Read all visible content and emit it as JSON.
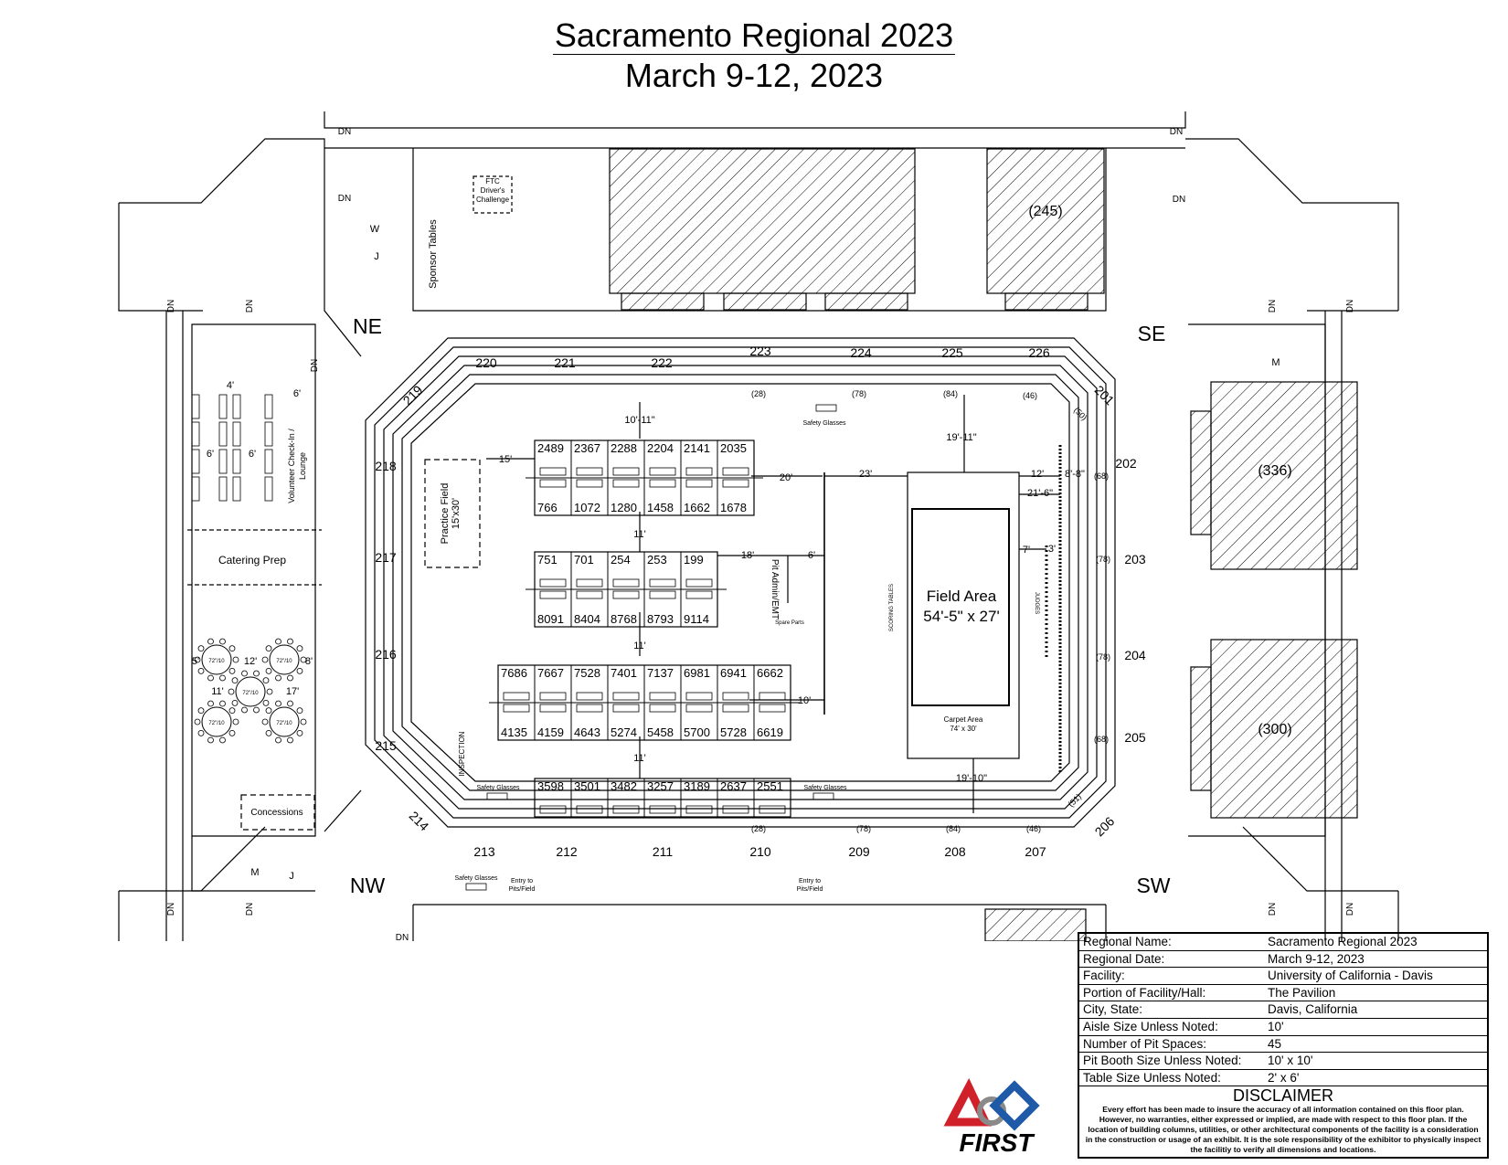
{
  "header": {
    "title": "Sacramento Regional 2023",
    "date": "March 9-12, 2023"
  },
  "colors": {
    "line": "#000000",
    "logo_red": "#d0202a",
    "logo_blue": "#1f5aa8",
    "logo_gray": "#8a8a8a"
  },
  "pit_rows": [
    {
      "top": [
        "2489",
        "2367",
        "2288",
        "2204",
        "2141",
        "2035"
      ],
      "bottom": [
        "766",
        "1072",
        "1280",
        "1458",
        "1662",
        "1678"
      ]
    },
    {
      "top": [
        "751",
        "701",
        "254",
        "253",
        "199"
      ],
      "bottom": [
        "8091",
        "8404",
        "8768",
        "8793",
        "9114"
      ]
    },
    {
      "top": [
        "7686",
        "7667",
        "7528",
        "7401",
        "7137",
        "6981",
        "6941",
        "6662"
      ],
      "bottom": [
        "4135",
        "4159",
        "4643",
        "5274",
        "5458",
        "5700",
        "5728",
        "6619"
      ]
    },
    {
      "top": [
        "3598",
        "3501",
        "3482",
        "3257",
        "3189",
        "2637",
        "2551"
      ],
      "bottom": []
    }
  ],
  "sections": {
    "north": [
      "220",
      "221",
      "222",
      "223",
      "224",
      "225",
      "226"
    ],
    "south": [
      "213",
      "212",
      "211",
      "210",
      "209",
      "208",
      "207"
    ],
    "west": [
      "218",
      "217",
      "216",
      "215"
    ],
    "east": [
      "202",
      "203",
      "204",
      "205"
    ],
    "corners": [
      "219",
      "201",
      "214",
      "206"
    ]
  },
  "seat_counts": {
    "north": [
      "(28)",
      "(78)",
      "(84)",
      "(46)"
    ],
    "south": [
      "(28)",
      "(78)",
      "(84)",
      "(46)"
    ],
    "east": [
      "(68)",
      "(78)",
      "(78)",
      "(68)"
    ],
    "ne_diag": "(50)",
    "se_diag": "(51)"
  },
  "blocks": {
    "b245": "(245)",
    "b336": "(336)",
    "b300": "(300)"
  },
  "corners_labels": {
    "ne": "NE",
    "se": "SE",
    "nw": "NW",
    "sw": "SW"
  },
  "labels": {
    "dn": "DN",
    "w": "W",
    "j": "J",
    "m": "M",
    "ftc": [
      "FTC",
      "Driver's",
      "Challenge"
    ],
    "sponsor": "Sponsor Tables",
    "volunteer": [
      "Volunteer Check-In /",
      "Lounge"
    ],
    "catering": "Catering Prep",
    "concessions": "Concessions",
    "practice": [
      "Practice Field",
      "15'x30'"
    ],
    "inspection": "INSPECTION",
    "pit_admin": "Pit Admin/EMT",
    "spare": "Spare Parts",
    "scoring": "SCORING TABLES",
    "judges": "JUDGES",
    "field_title": "Field Area",
    "field_size": "54'-5\" x 27'",
    "carpet": "Carpet Area",
    "carpet_size": "74' x 30'",
    "safety": "Safety Glasses",
    "entry": [
      "Entry to",
      "Pits/Field"
    ],
    "table72": "72\"/10"
  },
  "dimensions": {
    "d1011": "10'-11\"",
    "d15": "15'",
    "d20": "20'",
    "d23": "23'",
    "d1911": "19'-11\"",
    "d12": "12'",
    "d88": "8'-8\"",
    "d216": "21'-6\"",
    "d7": "7'",
    "d3": "3'",
    "d11": "11'",
    "d18": "18'",
    "d6": "6'",
    "d10": "10'",
    "d1910": "19'-10\"",
    "d4": "4'",
    "d8": "8'",
    "d17": "17'",
    "d5": "5'"
  },
  "info_table": [
    {
      "k": "Regional Name:",
      "v": "Sacramento Regional 2023"
    },
    {
      "k": "Regional Date:",
      "v": "March 9-12, 2023"
    },
    {
      "k": "Facility:",
      "v": "University of California - Davis"
    },
    {
      "k": "Portion of Facility/Hall:",
      "v": "The Pavilion"
    },
    {
      "k": "City, State:",
      "v": "Davis, California"
    },
    {
      "k": "Aisle Size Unless Noted:",
      "v": "10'"
    },
    {
      "k": "Number of Pit Spaces:",
      "v": "45"
    },
    {
      "k": "Pit Booth Size Unless Noted:",
      "v": "10' x 10'"
    },
    {
      "k": "Table Size Unless Noted:",
      "v": "2' x 6'"
    }
  ],
  "disclaimer": {
    "title": "DISCLAIMER",
    "text": "Every effort has been made to insure the accuracy of all information contained on this floor plan. However, no warranties, either expressed or implied, are made with respect to this floor plan. If the location of building columns, utilities, or other architectural components of the facility is a consideration in the construction or usage of an exhibit. It is the sole responsibility of the exhibitor to physically inspect the facilitiy to verify all dimensions and locations."
  },
  "logo_text": "FIRST"
}
